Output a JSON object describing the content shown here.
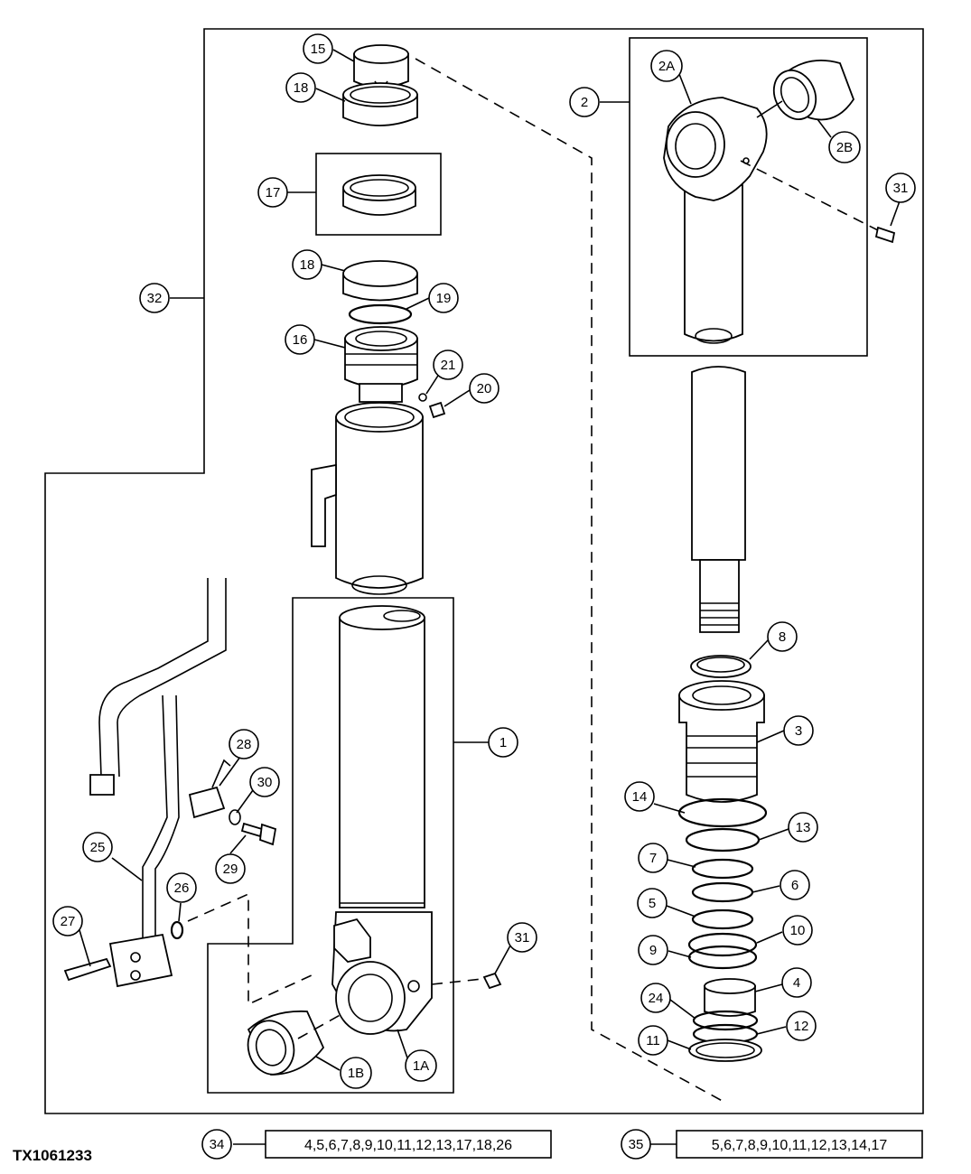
{
  "figure_id": "TX1061233",
  "callouts": {
    "c1": "1",
    "c1a": "1A",
    "c1b": "1B",
    "c2": "2",
    "c2a": "2A",
    "c2b": "2B",
    "c3": "3",
    "c4": "4",
    "c5": "5",
    "c6": "6",
    "c7": "7",
    "c8": "8",
    "c9": "9",
    "c10": "10",
    "c11": "11",
    "c12": "12",
    "c13": "13",
    "c14": "14",
    "c15": "15",
    "c16": "16",
    "c17": "17",
    "c18a": "18",
    "c18b": "18",
    "c19": "19",
    "c20": "20",
    "c21": "21",
    "c24": "24",
    "c25": "25",
    "c26": "26",
    "c27": "27",
    "c28": "28",
    "c29": "29",
    "c30": "30",
    "c31a": "31",
    "c31b": "31",
    "c32": "32",
    "c34": "34",
    "c35": "35"
  },
  "kits": {
    "kit34": "4,5,6,7,8,9,10,11,12,13,17,18,26",
    "kit35": "5,6,7,8,9,10,11,12,13,14,17"
  }
}
